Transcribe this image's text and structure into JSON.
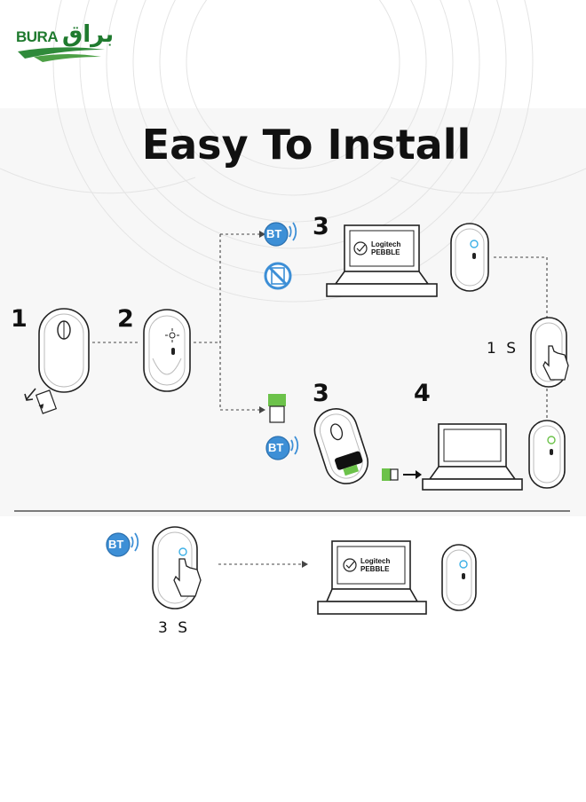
{
  "brand": {
    "latin": "BURA",
    "arabic": "براق",
    "color": "#1f7a2e"
  },
  "title": "Easy To Install",
  "steps": {
    "s1": "1",
    "s2": "2",
    "s3_bt": "3",
    "s3_usb": "3",
    "s4": "4"
  },
  "durations": {
    "one_second": "1 S",
    "three_seconds": "3 S"
  },
  "laptop_screen": {
    "brand": "Logitech",
    "model": "PEBBLE"
  },
  "icons": {
    "bluetooth_badge": "BT",
    "usb_receiver": "usb-receiver-icon",
    "no_receiver": "no-receiver-icon",
    "arrow": "arrow-right-icon"
  },
  "colors": {
    "bluetooth": "#3d8fd6",
    "usb": "#6cc24a",
    "led": "#3db0e6",
    "line": "#222222"
  }
}
